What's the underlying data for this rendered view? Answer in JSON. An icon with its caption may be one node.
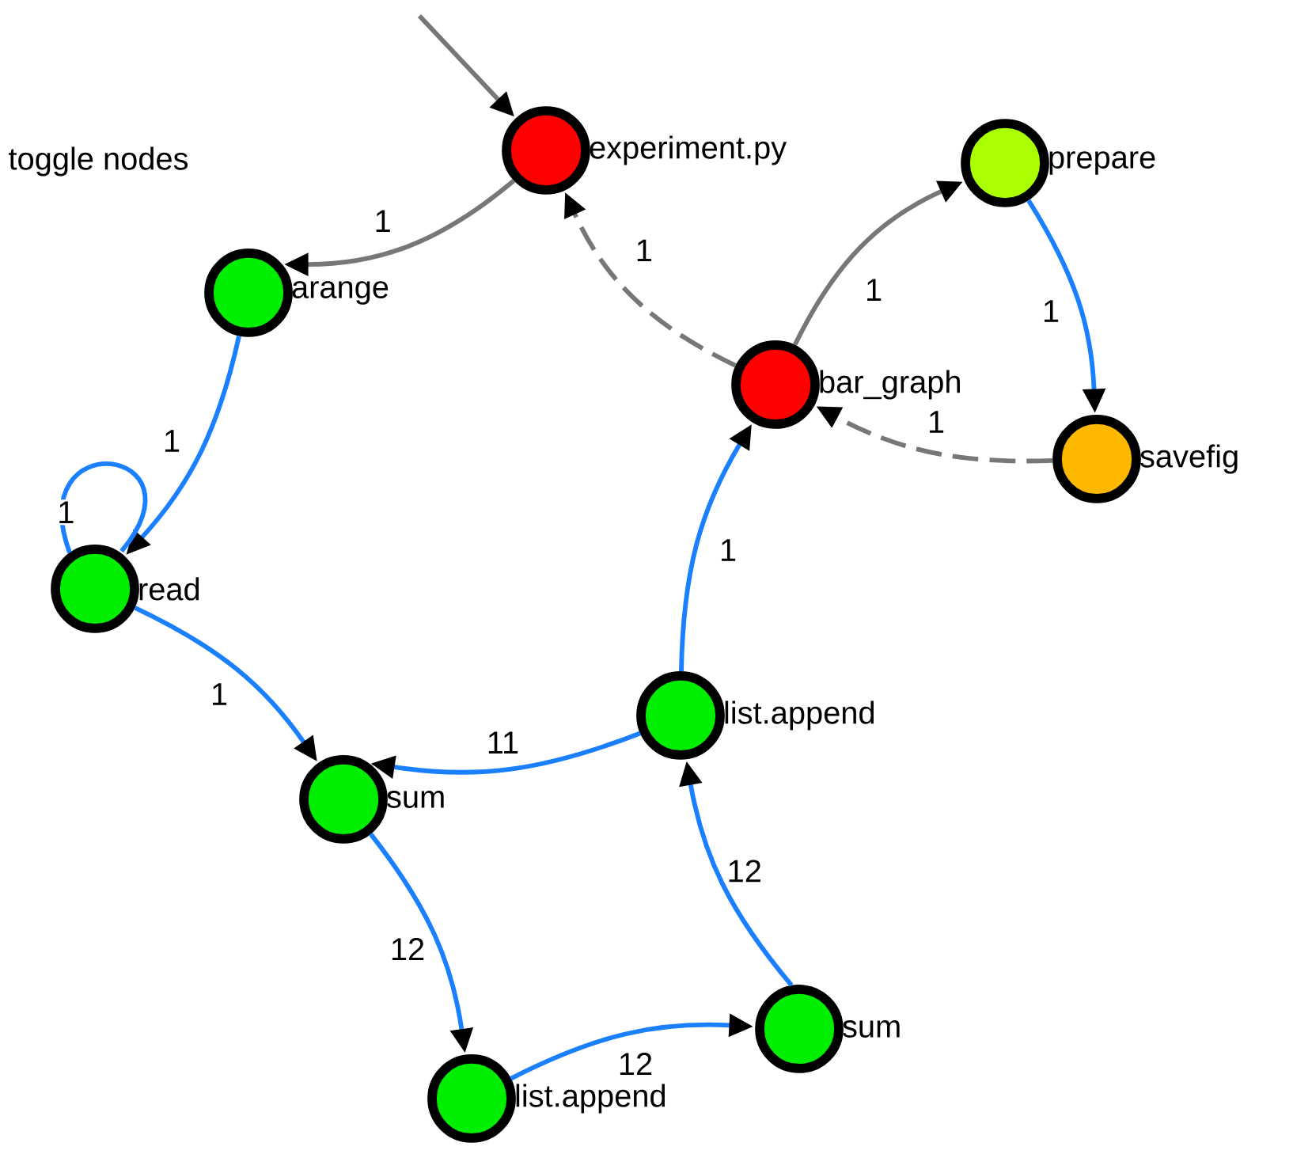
{
  "diagram": {
    "nodes": [
      {
        "text": [
          "experiment.py"
        ]
      },
      {
        "text": [
          "prepare"
        ]
      },
      {
        "text": [
          "arange"
        ]
      },
      {
        "text": [
          "bar_graph"
        ]
      },
      {
        "text": [
          "savefig"
        ]
      },
      {
        "text": [
          "read"
        ]
      },
      {
        "text": [
          "list.append"
        ]
      },
      {
        "text": [
          "sum"
        ]
      },
      {
        "text": [
          "list.append"
        ]
      },
      {
        "text": [
          "sum"
        ]
      }
    ],
    "edges": [
      {
        "from": null,
        "to": 0,
        "arrow": "to",
        "color": "#777777"
      },
      {
        "from": 0,
        "to": 2,
        "arrow": "to",
        "label": "1",
        "color": "#777777"
      },
      {
        "from": 3,
        "to": 0,
        "arrow": "to",
        "label": "1",
        "style": "dashed",
        "color": "#777777"
      },
      {
        "from": 3,
        "to": 1,
        "arrow": "to",
        "label": "1",
        "color": "#777777"
      },
      {
        "from": 1,
        "to": 4,
        "arrow": "to",
        "label": "1"
      },
      {
        "from": 4,
        "to": 3,
        "arrow": "to",
        "label": "1",
        "style": "dashed",
        "color": "#777777"
      },
      {
        "from": 2,
        "to": 5,
        "arrow": "to",
        "label": "1"
      },
      {
        "from": 5,
        "to": 5,
        "arrow": "none",
        "label": "1"
      },
      {
        "from": 5,
        "to": 7,
        "arrow": "to",
        "label": "1"
      },
      {
        "from": 6,
        "to": 7,
        "arrow": "to",
        "label": "11"
      },
      {
        "from": 7,
        "to": 8,
        "arrow": "to",
        "label": "12"
      },
      {
        "from": 8,
        "to": 9,
        "arrow": "to",
        "label": "12"
      },
      {
        "from": 9,
        "to": 6,
        "arrow": "to",
        "label": "12"
      },
      {
        "from": 6,
        "to": 3,
        "arrow": "to",
        "label": "1"
      }
    ],
    "labels": [
      "toggle nodes"
    ]
  }
}
